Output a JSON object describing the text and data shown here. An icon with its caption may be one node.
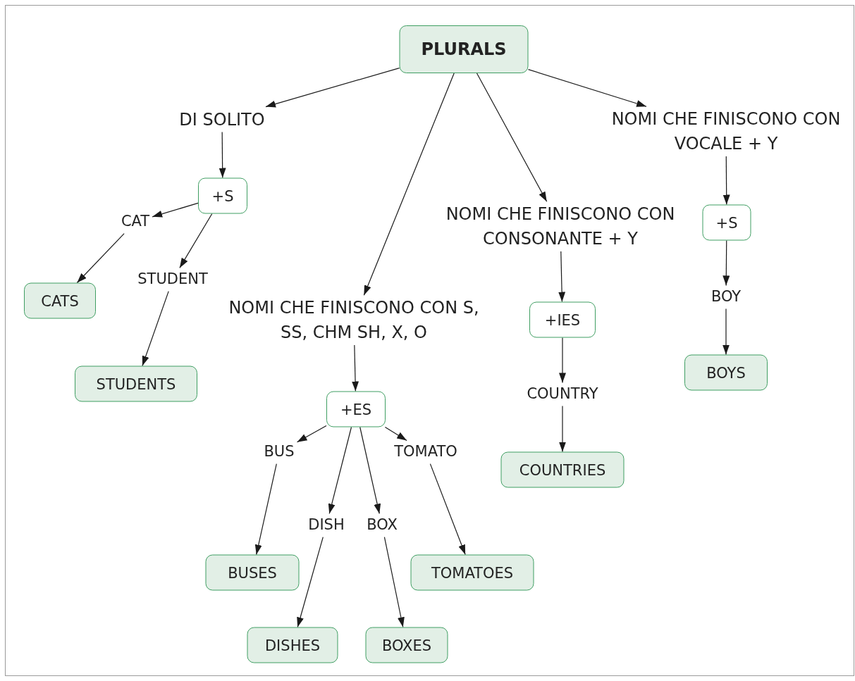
{
  "diagram": {
    "nodes": [
      {
        "text": [
          "PLURALS"
        ]
      },
      {
        "text": [
          "DI SOLITO"
        ]
      },
      {
        "text": [
          "NOMI CHE FINISCONO CON S, SS, CHM SH, X, O"
        ]
      },
      {
        "text": [
          "NOMI CHE FINISCONO CON CONSONANTE + Y"
        ]
      },
      {
        "text": [
          "NOMI CHE FINISCONO CON VOCALE + Y"
        ]
      },
      {
        "text": [
          "+S"
        ]
      },
      {
        "text": [
          "CAT"
        ]
      },
      {
        "text": [
          "STUDENT"
        ]
      },
      {
        "text": [
          "CATS"
        ]
      },
      {
        "text": [
          "STUDENTS"
        ]
      },
      {
        "text": [
          "+ES"
        ]
      },
      {
        "text": [
          "BUS"
        ]
      },
      {
        "text": [
          "TOMATO"
        ]
      },
      {
        "text": [
          "DISH"
        ]
      },
      {
        "text": [
          "BOX"
        ]
      },
      {
        "text": [
          "BUSES"
        ]
      },
      {
        "text": [
          "TOMATOES"
        ]
      },
      {
        "text": [
          "DISHES"
        ]
      },
      {
        "text": [
          "BOXES"
        ]
      },
      {
        "text": [
          "+IES"
        ]
      },
      {
        "text": [
          "COUNTRY"
        ]
      },
      {
        "text": [
          "COUNTRIES"
        ]
      },
      {
        "text": [
          "+S"
        ]
      },
      {
        "text": [
          "BOY"
        ]
      },
      {
        "text": [
          "BOYS"
        ]
      }
    ],
    "edges": [
      {
        "from": 0,
        "to": 1,
        "arrow": "to"
      },
      {
        "from": 0,
        "to": 2,
        "arrow": "to"
      },
      {
        "from": 0,
        "to": 3,
        "arrow": "to"
      },
      {
        "from": 0,
        "to": 4,
        "arrow": "to"
      },
      {
        "from": 1,
        "to": 5,
        "arrow": "to"
      },
      {
        "from": 5,
        "to": 6,
        "arrow": "to"
      },
      {
        "from": 5,
        "to": 7,
        "arrow": "to"
      },
      {
        "from": 6,
        "to": 8,
        "arrow": "to"
      },
      {
        "from": 7,
        "to": 9,
        "arrow": "to"
      },
      {
        "from": 2,
        "to": 10,
        "arrow": "to"
      },
      {
        "from": 10,
        "to": 11,
        "arrow": "to"
      },
      {
        "from": 10,
        "to": 13,
        "arrow": "to"
      },
      {
        "from": 10,
        "to": 14,
        "arrow": "to"
      },
      {
        "from": 10,
        "to": 12,
        "arrow": "to"
      },
      {
        "from": 11,
        "to": 15,
        "arrow": "to"
      },
      {
        "from": 13,
        "to": 17,
        "arrow": "to"
      },
      {
        "from": 14,
        "to": 18,
        "arrow": "to"
      },
      {
        "from": 12,
        "to": 16,
        "arrow": "to"
      },
      {
        "from": 3,
        "to": 19,
        "arrow": "to"
      },
      {
        "from": 19,
        "to": 20,
        "arrow": "to"
      },
      {
        "from": 20,
        "to": 21,
        "arrow": "to"
      },
      {
        "from": 4,
        "to": 22,
        "arrow": "to"
      },
      {
        "from": 22,
        "to": 23,
        "arrow": "to"
      },
      {
        "from": 23,
        "to": 24,
        "arrow": "to"
      }
    ]
  }
}
